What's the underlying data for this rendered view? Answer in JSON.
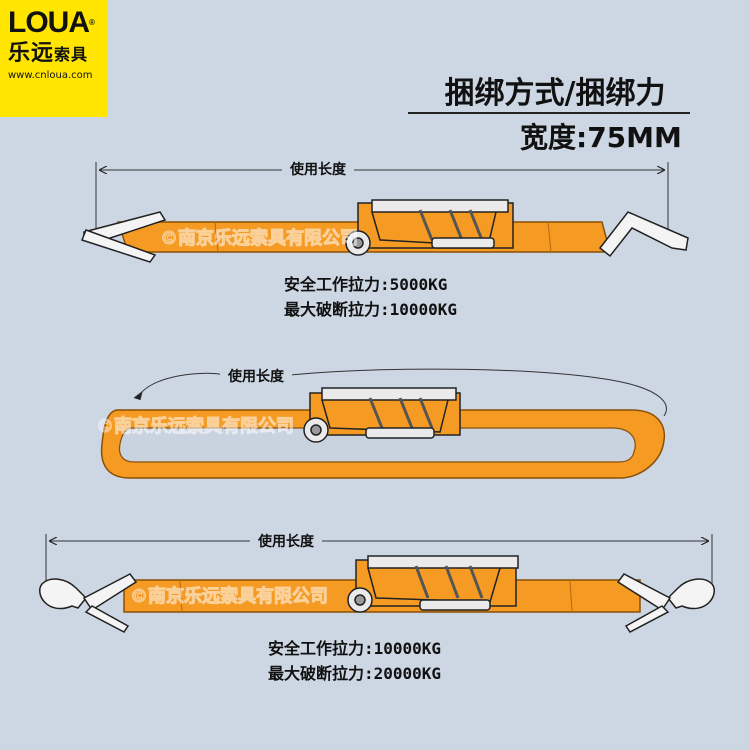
{
  "logo": {
    "brand": "LOUA",
    "mark": "®",
    "cn_main": "乐远",
    "cn_sub": "索具",
    "url": "www.cnloua.com"
  },
  "heading": {
    "title": "捆绑方式/捆绑力",
    "subtitle": "宽度:75MM"
  },
  "strap1": {
    "length_label": "使用长度",
    "safe_load": "安全工作拉力:5000KG",
    "break_load": "最大破断拉力:10000KG"
  },
  "strap2": {
    "length_label": "使用长度"
  },
  "strap3": {
    "length_label": "使用长度",
    "safe_load": "安全工作拉力:10000KG",
    "break_load": "最大破断拉力:20000KG"
  },
  "watermark": "©南京乐远索具有限公司",
  "colors": {
    "background": "#cdd6e3",
    "strap": "#f59a22",
    "strap_edge": "#b86a10",
    "logo_bg": "#ffe500"
  }
}
